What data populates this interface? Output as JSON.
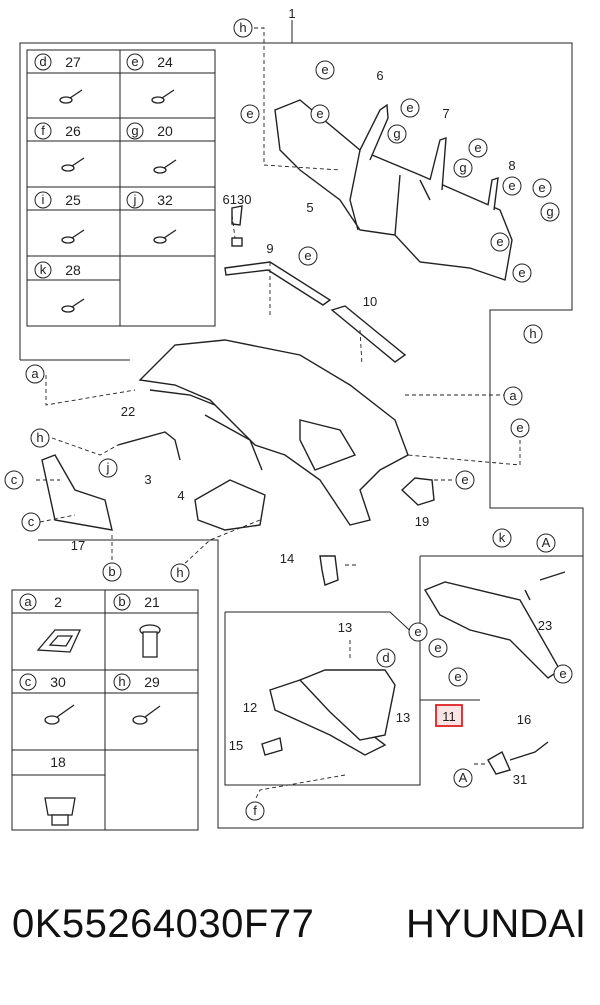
{
  "diagram": {
    "main_labels": [
      "1",
      "6",
      "7",
      "8",
      "5",
      "6130",
      "9",
      "10",
      "22",
      "3",
      "4",
      "17",
      "14",
      "19",
      "16",
      "23",
      "13",
      "12",
      "15",
      "13",
      "31"
    ],
    "highlight_label": "11",
    "letter_callouts": [
      "h",
      "e",
      "e",
      "g",
      "e",
      "e",
      "g",
      "e",
      "e",
      "e",
      "e",
      "e",
      "g",
      "e",
      "a",
      "h",
      "c",
      "j",
      "c",
      "b",
      "h",
      "e",
      "h",
      "a",
      "e",
      "k",
      "A",
      "e",
      "e",
      "e",
      "d",
      "e",
      "f",
      "A"
    ],
    "legend_top": [
      {
        "letter": "d",
        "num": "27"
      },
      {
        "letter": "e",
        "num": "24"
      },
      {
        "letter": "f",
        "num": "26"
      },
      {
        "letter": "g",
        "num": "20"
      },
      {
        "letter": "i",
        "num": "25"
      },
      {
        "letter": "j",
        "num": "32"
      },
      {
        "letter": "k",
        "num": "28"
      }
    ],
    "legend_bottom": [
      {
        "letter": "a",
        "num": "2"
      },
      {
        "letter": "b",
        "num": "21"
      },
      {
        "letter": "c",
        "num": "30"
      },
      {
        "letter": "h",
        "num": "29"
      },
      {
        "letter": "",
        "num": "18"
      }
    ]
  },
  "footer": {
    "part_number": "0K55264030F77",
    "brand": "HYUNDAI"
  },
  "colors": {
    "highlight": "#e02020",
    "highlight_fill": "#fde4e4",
    "line": "#222222"
  }
}
